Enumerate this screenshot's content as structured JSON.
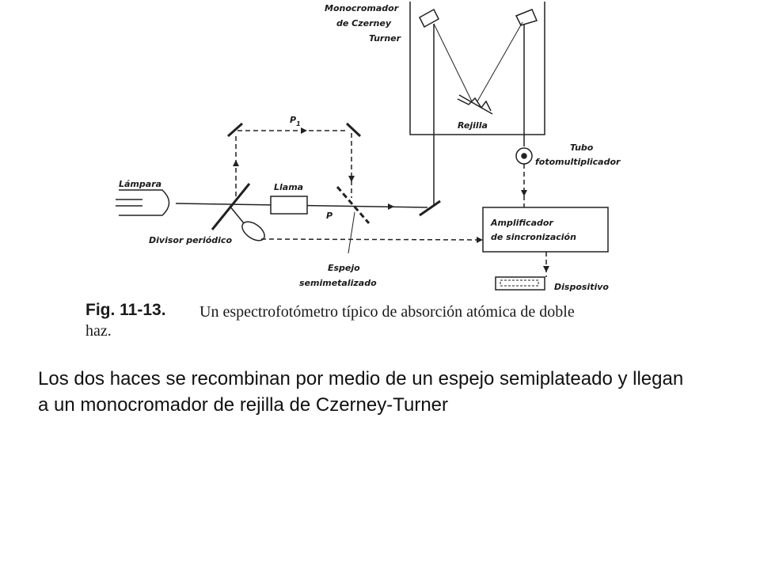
{
  "diagram": {
    "labels": {
      "monochromator_l1": "Monocromador",
      "monochromator_l2": "de Czerney",
      "monochromator_l3": "Turner",
      "grating": "Rejilla",
      "tube_l1": "Tubo",
      "tube_l2": "fotomultiplicador",
      "lamp": "Lámpara",
      "flame": "Llama",
      "p1": "P",
      "p1_sub": "1",
      "p": "P",
      "chopper": "Divisor periódico",
      "amplifier_l1": "Amplificador",
      "amplifier_l2": "de sincronización",
      "mirror_l1": "Espejo",
      "mirror_l2": "semimetalizado",
      "device": "Dispositivo"
    },
    "caption": {
      "number": "Fig. 11-13.",
      "text_l1": "Un espectrofotómetro típico de absorción atómica de doble",
      "text_l2": "haz."
    }
  },
  "body_text": "Los dos haces se recombinan por medio de un espejo semiplateado y llegan a un monocromador de rejilla de Czerney-Turner"
}
